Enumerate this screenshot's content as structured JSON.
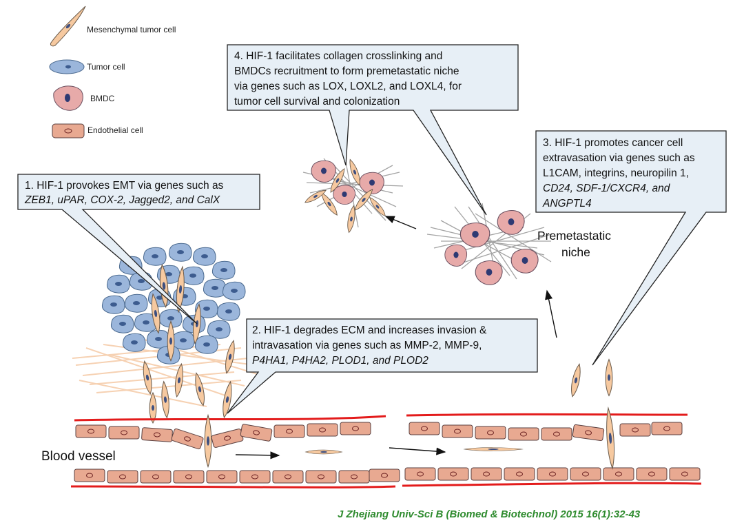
{
  "legend": [
    {
      "label": "Mesenchymal tumor cell",
      "icon": "mesenchymal-cell-icon"
    },
    {
      "label": "Tumor cell",
      "icon": "tumor-cell-icon"
    },
    {
      "label": "BMDC",
      "icon": "bmdc-icon"
    },
    {
      "label": "Endothelial cell",
      "icon": "endothelial-cell-icon"
    }
  ],
  "callouts": {
    "c1": {
      "lines": [
        "1. HIF-1 provokes EMT via genes such as",
        "ZEB1, uPAR, COX-2, Jagged2, and CalX"
      ]
    },
    "c2": {
      "lines": [
        "2. HIF-1 degrades ECM and increases  invasion &",
        "intravasation via genes such as  MMP-2, MMP-9,",
        "P4HA1, P4HA2, PLOD1, and PLOD2"
      ]
    },
    "c3": {
      "lines": [
        "3. HIF-1 promotes cancer cell",
        "extravasation via genes such as",
        "L1CAM, integrins, neuropilin 1,",
        "CD24,    SDF-1/CXCR4,    and",
        "ANGPTL4"
      ]
    },
    "c4": {
      "lines": [
        "4. HIF-1  facilitates collagen crosslinking and",
        "BMDCs recruitment to form premetastatic niche",
        "via genes such as LOX, LOXL2, and LOXL4, for",
        "tumor cell survival and colonization"
      ]
    }
  },
  "labels": {
    "premetastatic_line1": "Premetastatic",
    "premetastatic_line2": "niche",
    "blood_vessel": "Blood vessel"
  },
  "citation": "J Zhejiang Univ-Sci B (Biomed & Biotechnol)   2015 16(1):32-43",
  "colors": {
    "callout_fill": "#e7eff6",
    "tumor_cell": "#9bb6db",
    "mesenchymal_cell": "#f6c9a0",
    "bmdc": "#e7aaa9",
    "endothelial_cell": "#e8a991",
    "vessel_line": "#e31b1b",
    "citation": "#2e8b2e"
  }
}
